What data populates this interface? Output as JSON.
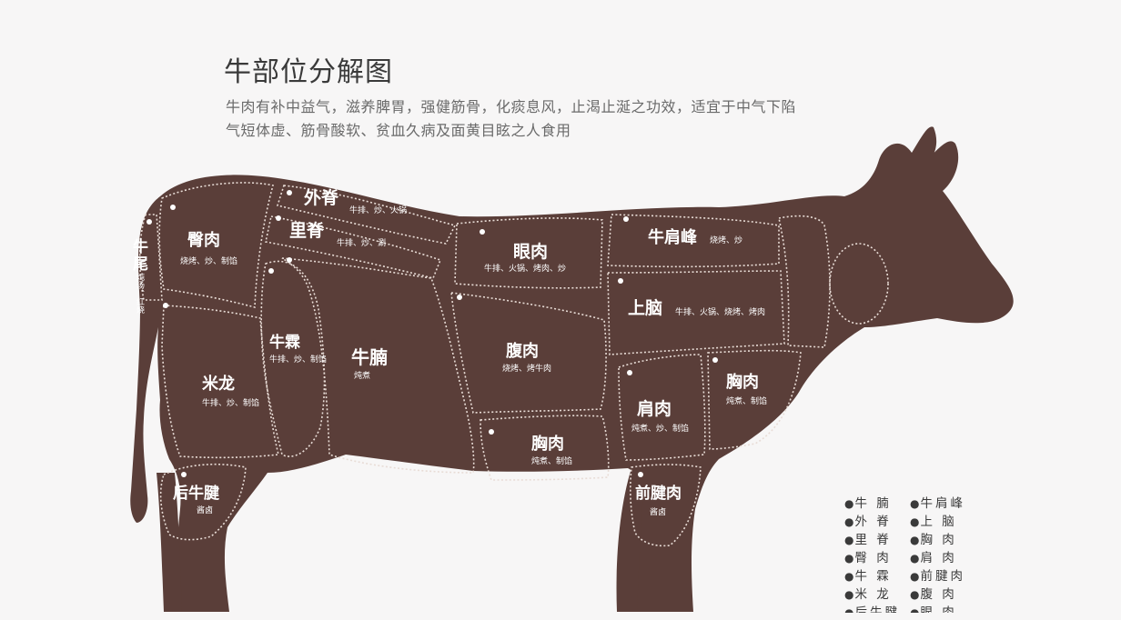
{
  "title": "牛部位分解图",
  "description": [
    "牛肉有补中益气，滋养脾胃，强健筋骨，化痰息风，止渴止涎之功效，适宜于中气下陷",
    "气短体虚、筋骨酸软、贫血久病及面黄目眩之人食用"
  ],
  "colors": {
    "body": "#5a3e39",
    "text": "#ffffff",
    "dashes": "#e8dcd6"
  },
  "cuts": [
    {
      "id": "tail",
      "name": "牛尾",
      "uses": "炖汤、红烧"
    },
    {
      "id": "rump",
      "name": "臀肉",
      "uses": "烧烤、炒、制馅"
    },
    {
      "id": "striploin",
      "name": "外脊",
      "uses": "牛排、炒、火锅"
    },
    {
      "id": "tenderloin",
      "name": "里脊",
      "uses": "牛排、炒、涮"
    },
    {
      "id": "ribeye",
      "name": "眼肉",
      "uses": "牛排、火锅、烤肉、炒"
    },
    {
      "id": "chuck-roll",
      "name": "牛肩峰",
      "uses": "烧烤、炒"
    },
    {
      "id": "chuck",
      "name": "上脑",
      "uses": "牛排、火锅、烧烤、烤肉"
    },
    {
      "id": "knuckle",
      "name": "牛霖",
      "uses": "牛排、炒、制馅"
    },
    {
      "id": "flank",
      "name": "牛腩",
      "uses": "炖煮"
    },
    {
      "id": "silverside",
      "name": "米龙",
      "uses": "牛排、炒、制馅"
    },
    {
      "id": "plate",
      "name": "腹肉",
      "uses": "烧烤、烤牛肉"
    },
    {
      "id": "brisket-low",
      "name": "胸肉",
      "uses": "炖煮、制馅"
    },
    {
      "id": "shoulder",
      "name": "肩肉",
      "uses": "炖煮、炒、制馅"
    },
    {
      "id": "brisket",
      "name": "胸肉",
      "uses": "炖煮、制馅"
    },
    {
      "id": "hind-shank",
      "name": "后牛腱",
      "uses": "酱卤"
    },
    {
      "id": "fore-shank",
      "name": "前腱肉",
      "uses": "酱卤"
    }
  ],
  "legend": [
    "牛 腩",
    "牛肩峰",
    "外 脊",
    "上 脑",
    "里 脊",
    "胸 肉",
    "臀 肉",
    "肩 肉",
    "牛 霖",
    "前腱肉",
    "米 龙",
    "腹 肉",
    "后牛腱",
    "眼 肉"
  ]
}
